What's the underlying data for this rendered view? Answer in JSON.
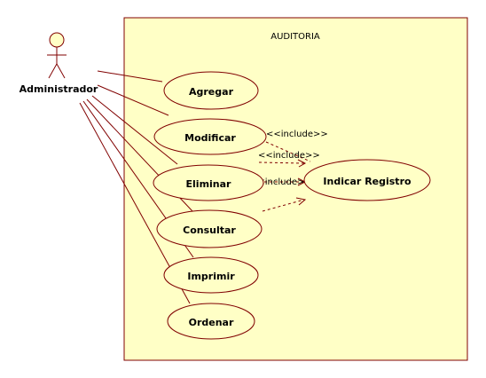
{
  "diagram": {
    "type": "uml-use-case",
    "system_name": "AUDITORIA",
    "actor": {
      "name": "Administrador",
      "icon": "stick-figure-icon"
    },
    "use_cases": [
      {
        "id": "agregar",
        "label": "Agregar"
      },
      {
        "id": "modificar",
        "label": "Modificar"
      },
      {
        "id": "eliminar",
        "label": "Eliminar"
      },
      {
        "id": "consultar",
        "label": "Consultar"
      },
      {
        "id": "imprimir",
        "label": "Imprimir"
      },
      {
        "id": "ordenar",
        "label": "Ordenar"
      },
      {
        "id": "indicar-registro",
        "label": "Indicar Registro"
      }
    ],
    "associations": [
      {
        "from": "Administrador",
        "to": "Agregar"
      },
      {
        "from": "Administrador",
        "to": "Modificar"
      },
      {
        "from": "Administrador",
        "to": "Eliminar"
      },
      {
        "from": "Administrador",
        "to": "Consultar"
      },
      {
        "from": "Administrador",
        "to": "Imprimir"
      },
      {
        "from": "Administrador",
        "to": "Ordenar"
      }
    ],
    "includes": [
      {
        "from": "Modificar",
        "to": "Indicar Registro",
        "stereotype": "<<include>>"
      },
      {
        "from": "Eliminar",
        "to": "Indicar Registro",
        "stereotype": "<<include>>"
      },
      {
        "from": "Eliminar",
        "to": "Indicar Registro",
        "stereotype": "<<include>>"
      },
      {
        "from": "Consultar",
        "to": "Indicar Registro",
        "stereotype": ""
      }
    ],
    "colors": {
      "fill": "#ffffc6",
      "stroke": "#800000",
      "text": "#000000"
    }
  }
}
